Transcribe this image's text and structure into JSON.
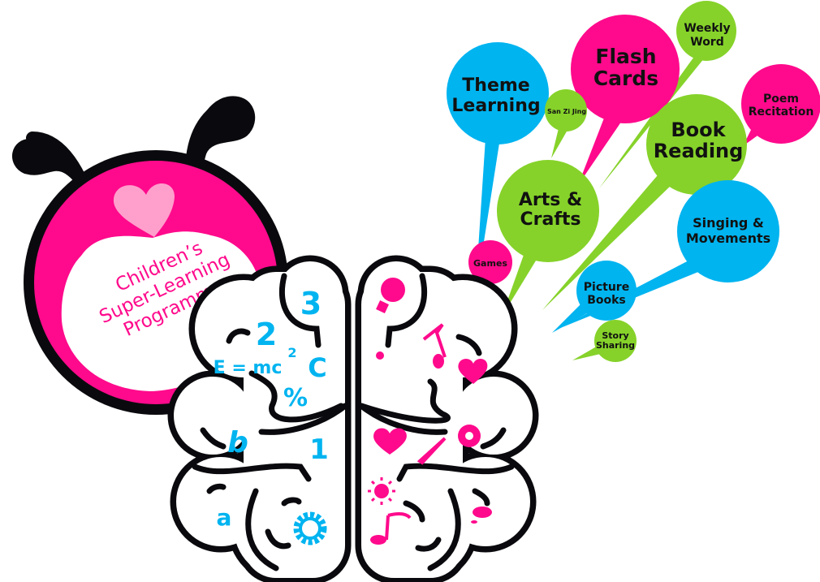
{
  "colors": {
    "blue": "#00b4f0",
    "pink": "#ff0a8c",
    "green": "#86d22a",
    "light_pink": "#ff9fcc",
    "black": "#0a0a0e"
  },
  "logo": {
    "line1": "Children’s",
    "line2": "Super-Learning",
    "line3": "Programme"
  },
  "bubbles": {
    "theme_learning": {
      "line1": "Theme",
      "line2": "Learning"
    },
    "san_zi_jing": {
      "line1": "San Zi Jing"
    },
    "flash_cards": {
      "line1": "Flash",
      "line2": "Cards"
    },
    "weekly_word": {
      "line1": "Weekly",
      "line2": "Word"
    },
    "poem_recitation": {
      "line1": "Poem",
      "line2": "Recitation"
    },
    "book_reading": {
      "line1": "Book",
      "line2": "Reading"
    },
    "arts_crafts": {
      "line1": "Arts &",
      "line2": "Crafts"
    },
    "singing_movements": {
      "line1": "Singing &",
      "line2": "Movements"
    },
    "games": {
      "line1": "Games"
    },
    "picture_books": {
      "line1": "Picture",
      "line2": "Books"
    },
    "story_sharing": {
      "line1": "Story",
      "line2": "Sharing"
    }
  },
  "brain_left_glyphs": {
    "three": "3",
    "two": "2",
    "formula": "E = mc",
    "exponent": "2",
    "c": "C",
    "percent": "%",
    "b": "b",
    "one": "1",
    "a": "a"
  }
}
